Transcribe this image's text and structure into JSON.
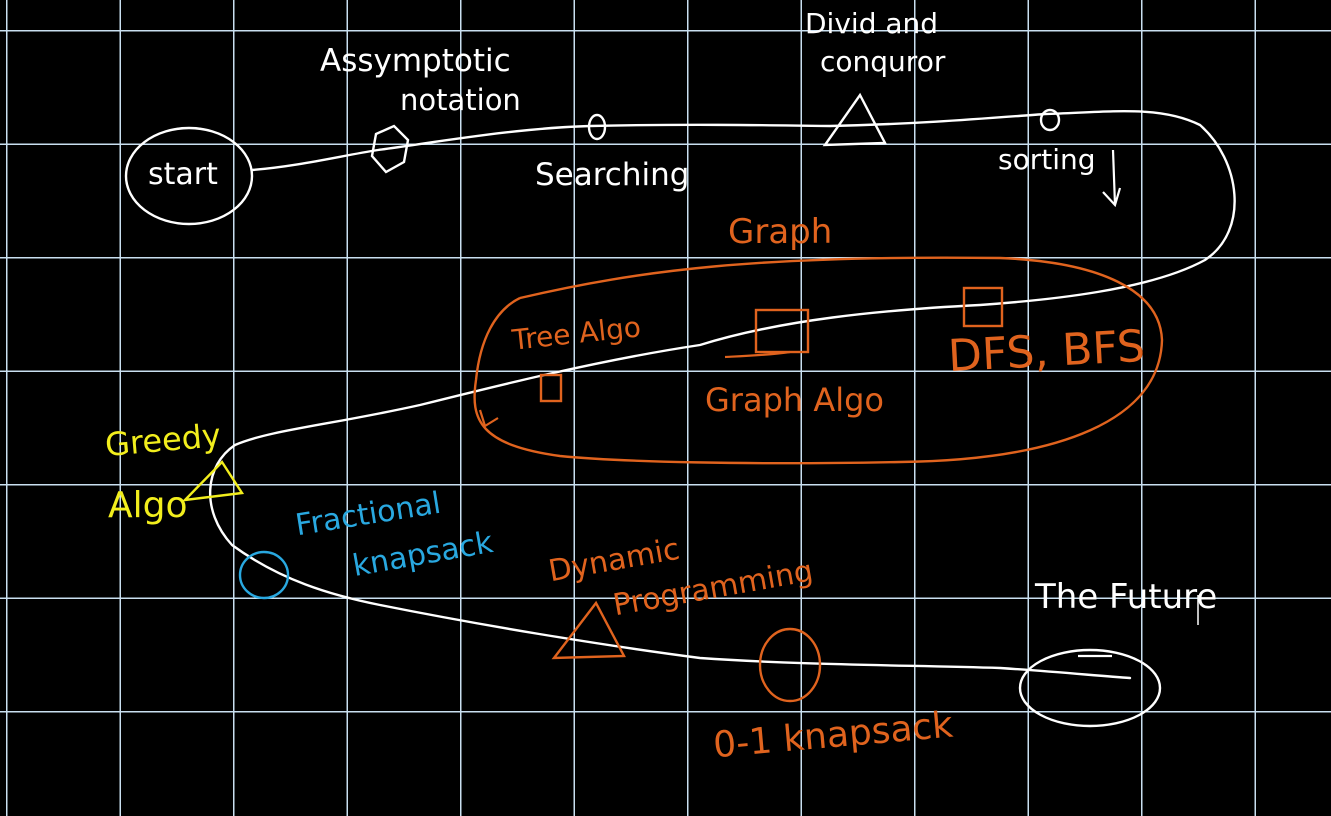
{
  "colors": {
    "background": "#000000",
    "grid": "#c9dff0",
    "path_ink": "#ffffff",
    "graph_ink": "#e0631e",
    "greedy_ink": "#f2ee1d",
    "fractional_ink": "#29a8e0"
  },
  "milestones": {
    "start": "start",
    "asymptotic": "Assymptotic",
    "notation": "notation",
    "searching": "Searching",
    "divide": "Divid and",
    "conquer": "conquror",
    "sorting": "sorting",
    "future": "The Future"
  },
  "graph_section": {
    "title": "Graph",
    "tree": "Tree Algo",
    "graph_algo": "Graph Algo",
    "dfs_bfs": "DFS, BFS"
  },
  "greedy_section": {
    "greedy": "Greedy",
    "algo": "Algo",
    "fractional": "Fractional",
    "knapsack": "knapsack"
  },
  "dp_section": {
    "dynamic": "Dynamic",
    "programming": "Programming",
    "zero_one": "0-1 knapsack"
  }
}
